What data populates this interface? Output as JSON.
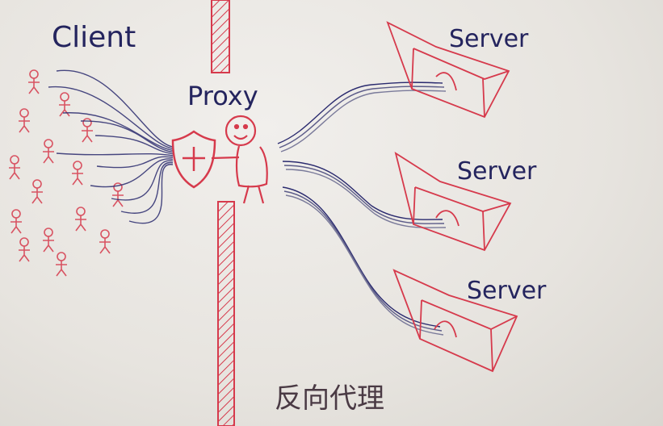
{
  "diagram": {
    "client_label": "Client",
    "proxy_label": "Proxy",
    "servers": [
      {
        "label": "Server"
      },
      {
        "label": "Server"
      },
      {
        "label": "Server"
      }
    ],
    "caption": "反向代理",
    "colors": {
      "ink_red": "#d63a4c",
      "ink_blue": "#2a2a6e",
      "paper": "#ebe8e4"
    }
  }
}
